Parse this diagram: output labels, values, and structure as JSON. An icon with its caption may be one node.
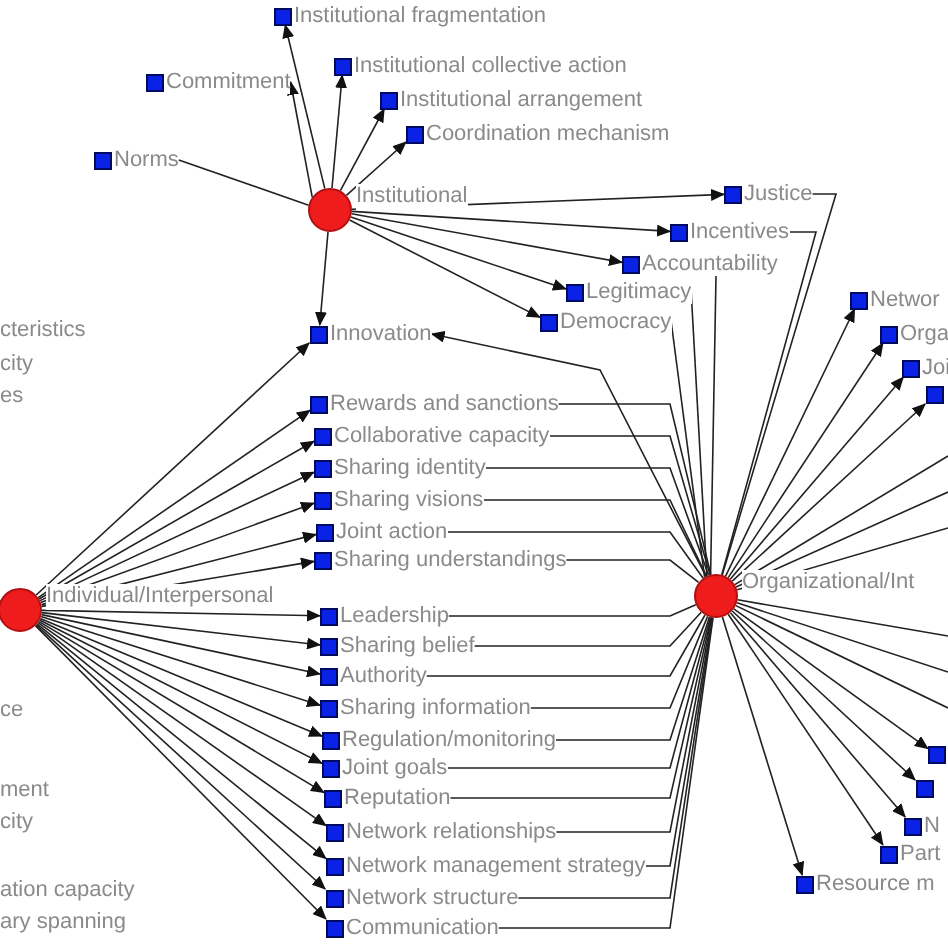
{
  "diagram": {
    "nodes": [
      {
        "text": [
          "Institutional"
        ]
      },
      {
        "text": [
          "Institutional fragmentation"
        ]
      },
      {
        "text": [
          "Institutional collective action"
        ]
      },
      {
        "text": [
          "Commitment"
        ]
      },
      {
        "text": [
          "Institutional arrangement"
        ]
      },
      {
        "text": [
          "Coordination mechanism"
        ]
      },
      {
        "text": [
          "Norms"
        ]
      },
      {
        "text": [
          "Justice"
        ]
      },
      {
        "text": [
          "Incentives"
        ]
      },
      {
        "text": [
          "Accountability"
        ]
      },
      {
        "text": [
          "Legitimacy"
        ]
      },
      {
        "text": [
          "Democracy"
        ]
      },
      {
        "text": [
          "Innovation"
        ]
      },
      {
        "text": [
          "Individual/Interpersonal"
        ]
      },
      {
        "text": [
          "Rewards and sanctions"
        ]
      },
      {
        "text": [
          "Collaborative capacity"
        ]
      },
      {
        "text": [
          "Sharing identity"
        ]
      },
      {
        "text": [
          "Sharing visions"
        ]
      },
      {
        "text": [
          "Joint action"
        ]
      },
      {
        "text": [
          "Sharing understandings"
        ]
      },
      {
        "text": [
          "Leadership"
        ]
      },
      {
        "text": [
          "Sharing belief"
        ]
      },
      {
        "text": [
          "Authority"
        ]
      },
      {
        "text": [
          "Sharing information"
        ]
      },
      {
        "text": [
          "Regulation/monitoring"
        ]
      },
      {
        "text": [
          "Joint goals"
        ]
      },
      {
        "text": [
          "Reputation"
        ]
      },
      {
        "text": [
          "Network relationships"
        ]
      },
      {
        "text": [
          "Network management strategy"
        ]
      },
      {
        "text": [
          "Network structure"
        ]
      },
      {
        "text": [
          "Communication"
        ]
      },
      {
        "text": [
          "Organizational/Int"
        ]
      },
      {
        "text": [
          "Networ"
        ]
      },
      {
        "text": [
          "Orga"
        ]
      },
      {
        "text": [
          "Joi"
        ]
      },
      {
        "text": [],
        "shape": "box"
      },
      {
        "text": [],
        "shape": "box"
      },
      {
        "text": [],
        "shape": "box"
      },
      {
        "text": [
          "N"
        ]
      },
      {
        "text": [
          "Part"
        ]
      },
      {
        "text": [
          "Resource m"
        ]
      }
    ],
    "edges": [
      {
        "from": 0,
        "to": 1,
        "arrow": "to"
      },
      {
        "from": 0,
        "to": 2,
        "arrow": "to"
      },
      {
        "from": 0,
        "to": 3,
        "arrow": "to"
      },
      {
        "from": 0,
        "to": 4,
        "arrow": "to"
      },
      {
        "from": 0,
        "to": 5,
        "arrow": "to"
      },
      {
        "from": 0,
        "to": 6,
        "arrow": "none"
      },
      {
        "from": 0,
        "to": 7,
        "arrow": "to"
      },
      {
        "from": 0,
        "to": 8,
        "arrow": "to"
      },
      {
        "from": 0,
        "to": 9,
        "arrow": "to"
      },
      {
        "from": 0,
        "to": 10,
        "arrow": "to"
      },
      {
        "from": 0,
        "to": 11,
        "arrow": "to"
      },
      {
        "from": 0,
        "to": 12,
        "arrow": "to"
      },
      {
        "from": 13,
        "to": 12,
        "arrow": "to"
      },
      {
        "from": 13,
        "to": 14,
        "arrow": "to"
      },
      {
        "from": 13,
        "to": 15,
        "arrow": "to"
      },
      {
        "from": 13,
        "to": 16,
        "arrow": "to"
      },
      {
        "from": 13,
        "to": 17,
        "arrow": "to"
      },
      {
        "from": 13,
        "to": 18,
        "arrow": "to"
      },
      {
        "from": 13,
        "to": 19,
        "arrow": "to"
      },
      {
        "from": 13,
        "to": 20,
        "arrow": "to"
      },
      {
        "from": 13,
        "to": 21,
        "arrow": "to"
      },
      {
        "from": 13,
        "to": 22,
        "arrow": "to"
      },
      {
        "from": 13,
        "to": 23,
        "arrow": "to"
      },
      {
        "from": 13,
        "to": 24,
        "arrow": "to"
      },
      {
        "from": 13,
        "to": 25,
        "arrow": "to"
      },
      {
        "from": 13,
        "to": 26,
        "arrow": "to"
      },
      {
        "from": 13,
        "to": 27,
        "arrow": "to"
      },
      {
        "from": 13,
        "to": 28,
        "arrow": "to"
      },
      {
        "from": 13,
        "to": 29,
        "arrow": "to"
      },
      {
        "from": 13,
        "to": 30,
        "arrow": "to"
      },
      {
        "from": 31,
        "to": 12,
        "arrow": "to"
      },
      {
        "from": 31,
        "to": 7,
        "arrow": "none"
      },
      {
        "from": 31,
        "to": 8,
        "arrow": "none"
      },
      {
        "from": 31,
        "to": 9,
        "arrow": "none"
      },
      {
        "from": 31,
        "to": 10,
        "arrow": "none"
      },
      {
        "from": 31,
        "to": 11,
        "arrow": "none"
      },
      {
        "from": 31,
        "to": 14,
        "arrow": "none"
      },
      {
        "from": 31,
        "to": 15,
        "arrow": "none"
      },
      {
        "from": 31,
        "to": 16,
        "arrow": "none"
      },
      {
        "from": 31,
        "to": 17,
        "arrow": "none"
      },
      {
        "from": 31,
        "to": 18,
        "arrow": "none"
      },
      {
        "from": 31,
        "to": 19,
        "arrow": "none"
      },
      {
        "from": 31,
        "to": 20,
        "arrow": "none"
      },
      {
        "from": 31,
        "to": 21,
        "arrow": "none"
      },
      {
        "from": 31,
        "to": 22,
        "arrow": "none"
      },
      {
        "from": 31,
        "to": 23,
        "arrow": "none"
      },
      {
        "from": 31,
        "to": 24,
        "arrow": "none"
      },
      {
        "from": 31,
        "to": 25,
        "arrow": "none"
      },
      {
        "from": 31,
        "to": 26,
        "arrow": "none"
      },
      {
        "from": 31,
        "to": 27,
        "arrow": "none"
      },
      {
        "from": 31,
        "to": 28,
        "arrow": "none"
      },
      {
        "from": 31,
        "to": 29,
        "arrow": "none"
      },
      {
        "from": 31,
        "to": 30,
        "arrow": "none"
      },
      {
        "from": 31,
        "to": 32,
        "arrow": "to"
      },
      {
        "from": 31,
        "to": 33,
        "arrow": "to"
      },
      {
        "from": 31,
        "to": 34,
        "arrow": "to"
      },
      {
        "from": 31,
        "to": 35,
        "arrow": "to"
      },
      {
        "from": 31,
        "to": null,
        "arrow": "none"
      },
      {
        "from": 31,
        "to": null,
        "arrow": "none"
      },
      {
        "from": 31,
        "to": null,
        "arrow": "none"
      },
      {
        "from": 31,
        "to": null,
        "arrow": "none"
      },
      {
        "from": 31,
        "to": null,
        "arrow": "none"
      },
      {
        "from": 31,
        "to": null,
        "arrow": "none"
      },
      {
        "from": 31,
        "to": 36,
        "arrow": "to"
      },
      {
        "from": 31,
        "to": 37,
        "arrow": "to"
      },
      {
        "from": 31,
        "to": 38,
        "arrow": "to"
      },
      {
        "from": 31,
        "to": 39,
        "arrow": "to"
      },
      {
        "from": 31,
        "to": 40,
        "arrow": "to"
      }
    ],
    "labels": [
      "cteristics",
      "city",
      "es",
      "ce",
      "ment",
      "city",
      "ation capacity",
      "ary spanning"
    ]
  }
}
